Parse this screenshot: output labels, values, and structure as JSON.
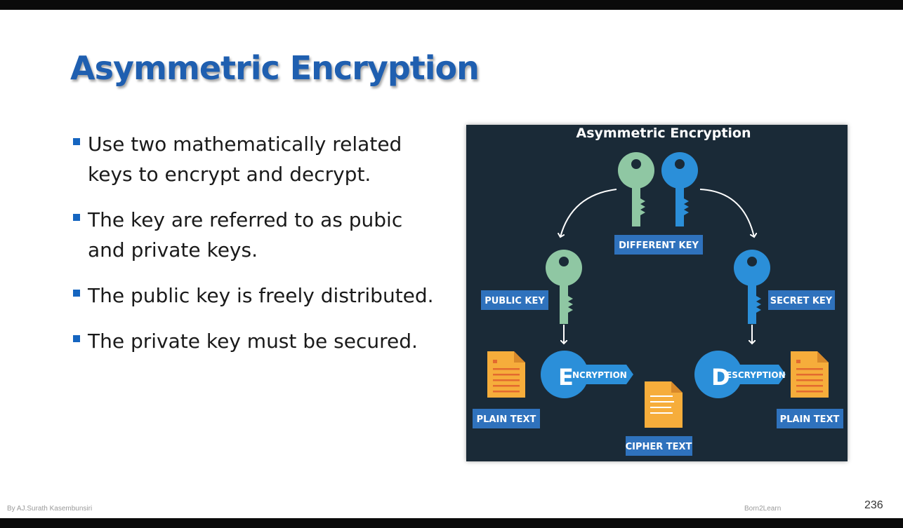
{
  "slide": {
    "title": "Asymmetric Encryption",
    "bullets": [
      "Use two mathematically related keys to encrypt and decrypt.",
      "The key are referred to as pubic and private keys.",
      "The public key is freely distributed.",
      "The private key must be secured."
    ],
    "footer_author": "By AJ.Surath Kasembunsiri",
    "footer_brand": "Born2Learn",
    "page_number": "236"
  },
  "diagram": {
    "title": "Asymmetric Encryption",
    "labels": {
      "different_key": "DIFFERENT KEY",
      "public_key": "PUBLIC KEY",
      "secret_key": "SECRET KEY",
      "encryption_initial": "E",
      "encryption_rest": "NCRYPTION",
      "decryption_initial": "D",
      "decryption_rest": "ESCRYPTION",
      "plain_text_left": "PLAIN TEXT",
      "plain_text_right": "PLAIN TEXT",
      "cipher_text": "CIPHER TEXT"
    },
    "colors": {
      "background": "#1a2a37",
      "green_key": "#8fc7a3",
      "blue_key": "#2b8fd9",
      "label_box": "#2f72bd",
      "document": "#f6ad3b"
    }
  }
}
